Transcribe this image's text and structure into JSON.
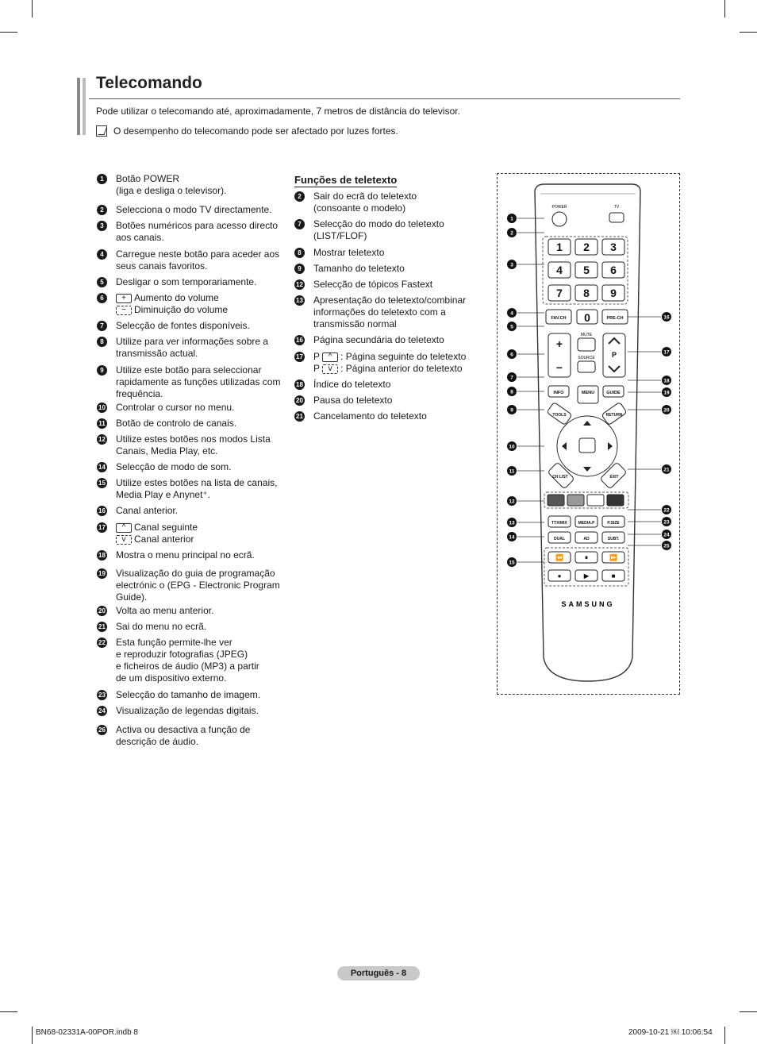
{
  "title": "Telecomando",
  "intro": "Pode utilizar o telecomando até, aproximadamente, 7 metros de distância do televisor.",
  "note": "O desempenho do telecomando pode ser afectado por luzes fortes.",
  "left_items": [
    {
      "n": "1",
      "text": "Botão POWER\n(liga e desliga o televisor)."
    },
    {
      "n": "2",
      "text": "Selecciona o modo TV directamente."
    },
    {
      "n": "3",
      "text": "Botões numéricos para acesso directo\naos canais."
    },
    {
      "n": "4",
      "text": "Carregue neste botão para aceder aos\nseus canais favoritos."
    },
    {
      "n": "5",
      "text": "Desligar o som temporariamente."
    },
    {
      "n": "6",
      "a": "Aumento do volume",
      "b": "Diminuição do volume"
    },
    {
      "n": "7",
      "text": "Selecção de fontes disponíveis."
    },
    {
      "n": "8",
      "text": "Utilize para ver informações sobre a\ntransmissão actual."
    },
    {
      "n": "9",
      "text": "Utilize este botão para seleccionar\nrapidamente as funções utilizadas com\nfrequência."
    },
    {
      "n": "10",
      "text": "Controlar o cursor no menu."
    },
    {
      "n": "11",
      "text": "Botão de controlo de canais."
    },
    {
      "n": "12",
      "text": "Utilize estes botões nos modos Lista\nCanais, Media Play, etc."
    },
    {
      "n": "14",
      "text": "Selecção de modo de som."
    },
    {
      "n": "15",
      "text": "Utilize estes botões na lista de canais,\nMedia Play e Anynet⁺."
    },
    {
      "n": "16",
      "text": "Canal anterior."
    },
    {
      "n": "17",
      "a": "Canal seguinte",
      "b": "Canal anterior"
    },
    {
      "n": "18",
      "text": "Mostra o menu principal no ecrã."
    },
    {
      "n": "19",
      "text": "Visualização do guia de programação\nelectrónic o (EPG - Electronic Program\nGuide)."
    },
    {
      "n": "20",
      "text": "Volta ao menu anterior."
    },
    {
      "n": "21",
      "text": "Sai do menu no ecrã."
    },
    {
      "n": "22",
      "text": "Esta função permite-lhe ver\ne reproduzir fotografias (JPEG)\ne ficheiros de áudio (MP3) a partir\nde um dispositivo externo."
    },
    {
      "n": "23",
      "text": "Selecção do tamanho de imagem."
    },
    {
      "n": "24",
      "text": "Visualização de legendas digitais."
    },
    {
      "n": "26",
      "text": "Activa ou desactiva a função de\ndescrição de áudio."
    }
  ],
  "teletext_heading": "Funções de teletexto",
  "right_items": [
    {
      "n": "2",
      "text": "Sair do ecrã do teletexto\n(consoante o modelo)"
    },
    {
      "n": "7",
      "text": "Selecção do modo do teletexto\n(LIST/FLOF)"
    },
    {
      "n": "8",
      "text": "Mostrar teletexto"
    },
    {
      "n": "9",
      "text": "Tamanho do teletexto"
    },
    {
      "n": "12",
      "text": "Selecção de tópicos Fastext"
    },
    {
      "n": "13",
      "text": "Apresentação do teletexto/combinar\ninformações do teletexto com a\ntransmissão normal"
    },
    {
      "n": "16",
      "text": "Página secundária do teletexto"
    },
    {
      "n": "17",
      "a": ": Página seguinte do teletexto",
      "b": ": Página anterior do teletexto",
      "p": "P"
    },
    {
      "n": "18",
      "text": "Índice do teletexto"
    },
    {
      "n": "20",
      "text": "Pausa do teletexto"
    },
    {
      "n": "21",
      "text": "Cancelamento do teletexto"
    }
  ],
  "remote": {
    "power": "POWER",
    "tv": "TV",
    "digits": [
      "1",
      "2",
      "3",
      "4",
      "5",
      "6",
      "7",
      "8",
      "9"
    ],
    "zero": "0",
    "fav": "FAV.CH",
    "prech": "PRE-CH",
    "mute": "MUTE",
    "source": "SOURCE",
    "p": "P",
    "info": "INFO",
    "menu": "MENU",
    "guide": "GUIDE",
    "tools": "TOOLS",
    "return": "RETURN",
    "chlist": "CH LIST",
    "exit": "EXIT",
    "ttx": "TTX/MIX",
    "media": "MEDIA.P",
    "psize": "P.SIZE",
    "dual": "DUAL",
    "ad": "AD",
    "subt": "SUBT.",
    "brand": "SAMSUNG",
    "callouts_left": [
      "1",
      "2",
      "3",
      "4",
      "5",
      "6",
      "7",
      "8",
      "9",
      "10",
      "11",
      "12",
      "13",
      "14",
      "15"
    ],
    "callouts_right": [
      "16",
      "17",
      "18",
      "19",
      "20",
      "21",
      "22",
      "23",
      "24",
      "25"
    ]
  },
  "footer": {
    "page": "Português - 8",
    "file": "BN68-02331A-00POR.indb   8",
    "date": "2009-10-21   ￼ 10:06:54"
  }
}
